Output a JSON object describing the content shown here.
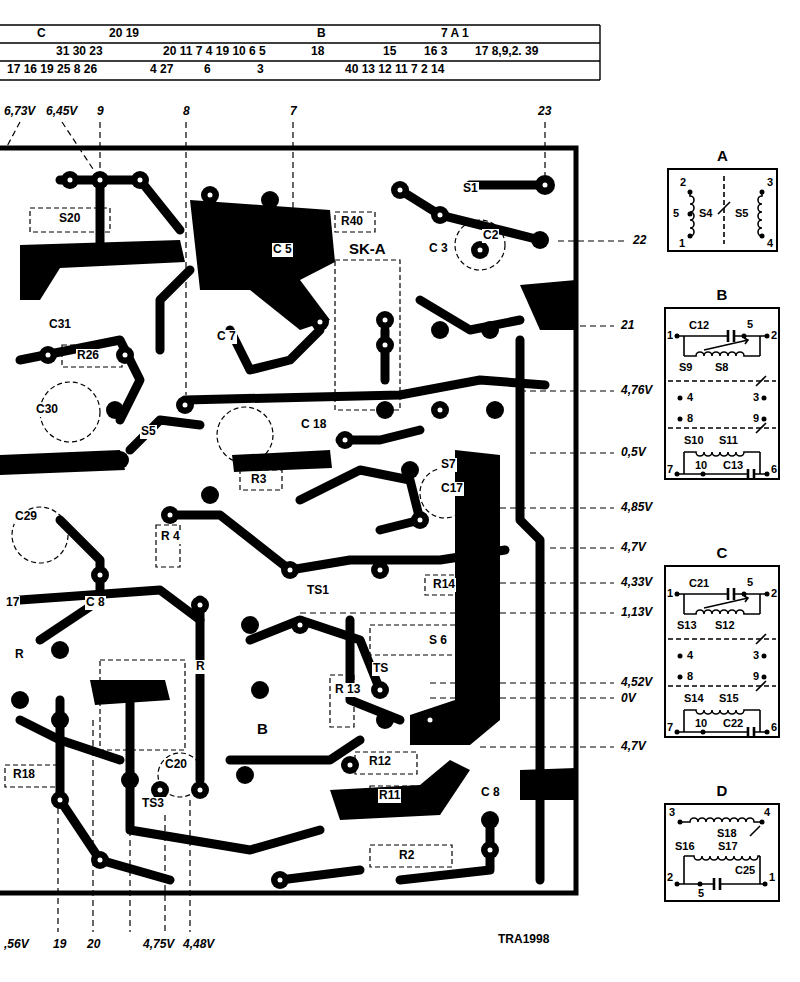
{
  "diagram": {
    "nodes": [
      {
        "text": [
          "A"
        ]
      },
      {
        "text": [
          "B"
        ]
      },
      {
        "text": [
          "C"
        ]
      },
      {
        "text": [
          "D"
        ]
      }
    ],
    "labels": [
      "C",
      "20 19",
      "B",
      "7 A 1",
      "31 30 23",
      "20 11 7 4 19 10 6 5",
      "18",
      "15",
      "16 3",
      "17 8,9,2. 39",
      "17 16 19 25 8 26",
      "4 27",
      "6",
      "3",
      "40 13 12 11 7 2 14",
      "6,73V",
      "6,45V",
      "9",
      "8",
      "7",
      "23",
      "22",
      "21",
      "4,76V",
      "0,5V",
      "4,85V",
      "4,7V",
      "4,33V",
      "1,13V",
      "4,52V",
      "0V",
      "4,7V",
      ",56V",
      "19",
      "20",
      "4,75V",
      "4,48V",
      "TRA1998",
      "S1",
      "S20",
      "R40",
      "SK-A",
      "C2",
      "C 3",
      "C 5",
      "C31",
      "R26",
      "C 7",
      "C30",
      "S5",
      "C 18",
      "R3",
      "S7",
      "C17",
      "C29",
      "R 4",
      "TS1",
      "R14",
      "17",
      "C 8",
      "R 13",
      "TS",
      "S 6",
      "B",
      "R18",
      "R12",
      "C20",
      "TS3",
      "R11",
      "R2",
      "R",
      "C 8",
      "R",
      "2",
      "3",
      "5",
      "S4",
      "S5",
      "1",
      "4",
      "1",
      "C12",
      "5",
      "2",
      "S9",
      "S8",
      "4",
      "3",
      "8",
      "9",
      "S10",
      "S11",
      "7",
      "C13",
      "10",
      "6",
      "1",
      "C21",
      "5",
      "2",
      "S13",
      "S12",
      "4",
      "3",
      "8",
      "9",
      "S14",
      "S15",
      "7",
      "C22",
      "10",
      "6",
      "3",
      "4",
      "S18",
      "S16",
      "S17",
      "2",
      "C25",
      "5",
      "1"
    ]
  }
}
